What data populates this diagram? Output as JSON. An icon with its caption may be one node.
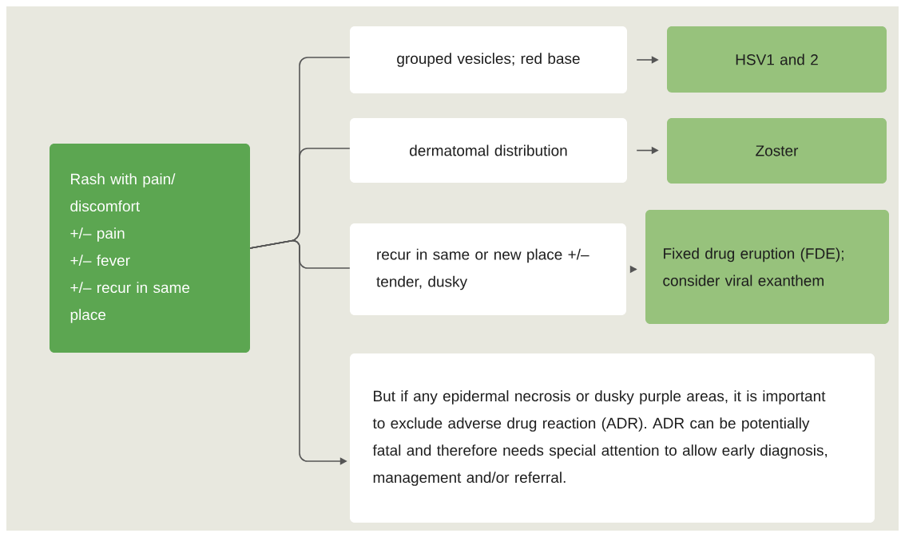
{
  "diagram": {
    "nodes": [
      {
        "text": [
          "Rash with pain/ discomfort",
          "+/– pain",
          "+/– fever",
          "+/– recur in same place"
        ]
      },
      {
        "text": [
          "grouped vesicles; red base"
        ]
      },
      {
        "text": [
          "HSV1 and 2"
        ]
      },
      {
        "text": [
          "dermatomal distribution"
        ]
      },
      {
        "text": [
          "Zoster"
        ]
      },
      {
        "text": [
          "recur in same or new place +/– tender, dusky"
        ]
      },
      {
        "text": [
          "Fixed drug eruption (FDE); consider viral exanthem"
        ]
      },
      {
        "text": [
          "But if any epidermal necrosis or dusky purple areas, it is important to exclude adverse drug reaction (ADR). ADR can be potentially fatal and therefore needs special attention to allow early diagnosis, management and/or referral."
        ]
      }
    ],
    "edges": [
      {
        "from": 0,
        "to": 1,
        "arrow": "none"
      },
      {
        "from": 0,
        "to": 3,
        "arrow": "none"
      },
      {
        "from": 0,
        "to": 5,
        "arrow": "none"
      },
      {
        "from": 0,
        "to": 7,
        "arrow": "to"
      },
      {
        "from": 1,
        "to": 2,
        "arrow": "to"
      },
      {
        "from": 3,
        "to": 4,
        "arrow": "to"
      },
      {
        "from": 5,
        "to": 6,
        "arrow": "to"
      }
    ]
  }
}
